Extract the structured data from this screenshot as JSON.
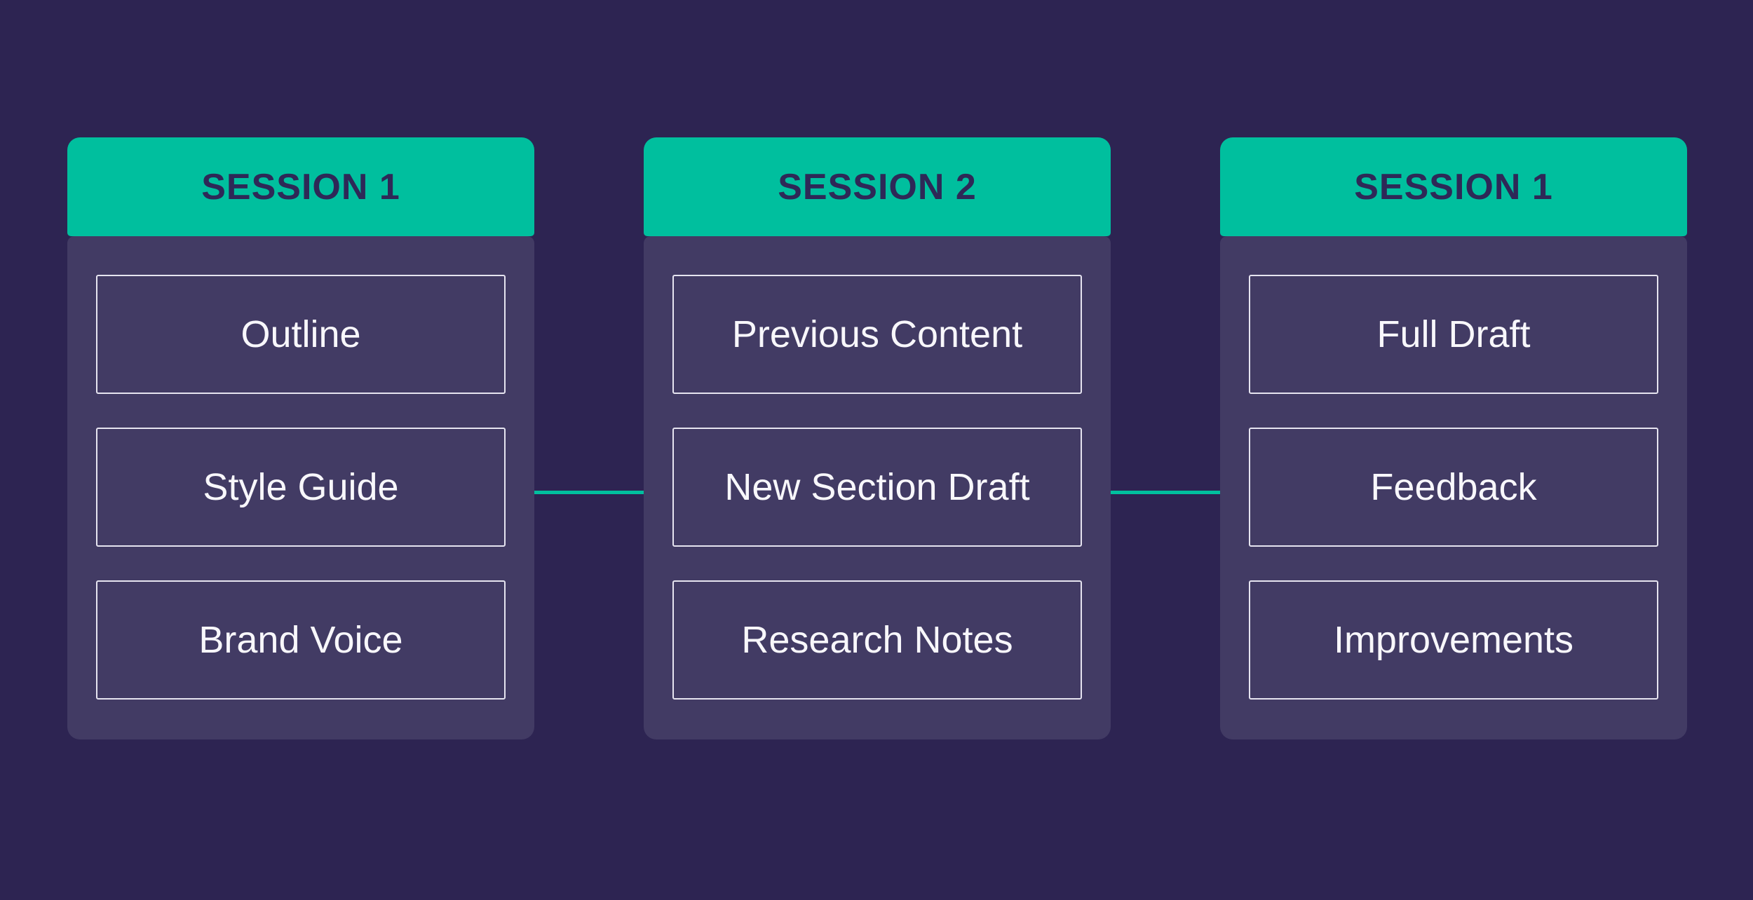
{
  "colors": {
    "background": "#2d2452",
    "card_body": "#423b64",
    "accent_teal": "#00bf9e",
    "header_text": "#2e2857",
    "item_text": "#f8f7fb",
    "item_border": "#e6e4f0"
  },
  "cards": [
    {
      "title": "SESSION 1",
      "items": [
        {
          "label": "Outline"
        },
        {
          "label": "Style Guide"
        },
        {
          "label": "Brand Voice"
        }
      ]
    },
    {
      "title": "SESSION 2",
      "items": [
        {
          "label": "Previous Content"
        },
        {
          "label": "New Section Draft"
        },
        {
          "label": "Research Notes"
        }
      ]
    },
    {
      "title": "SESSION 1",
      "items": [
        {
          "label": "Full Draft"
        },
        {
          "label": "Feedback"
        },
        {
          "label": "Improvements"
        }
      ]
    }
  ],
  "connectors": [
    {
      "from_card": 1,
      "to_card": 2
    },
    {
      "from_card": 2,
      "to_card": 3
    }
  ]
}
